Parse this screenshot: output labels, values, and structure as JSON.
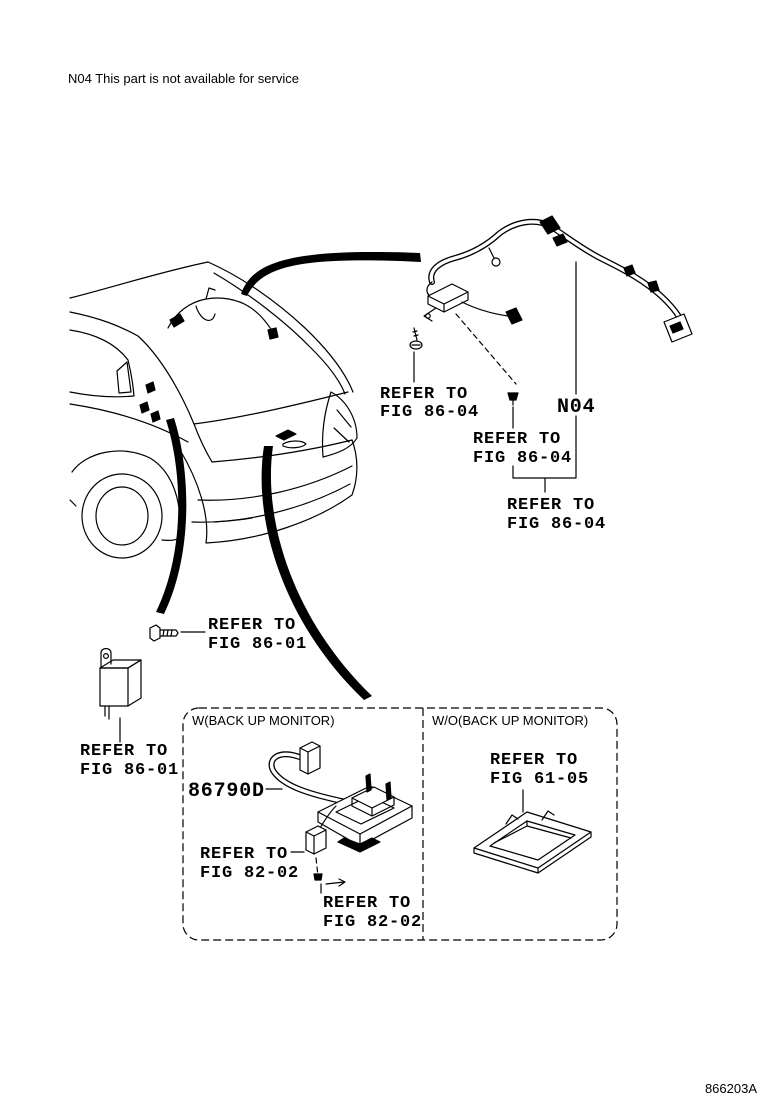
{
  "note": "N04 This part is not available for service",
  "diagram_code": "866203A",
  "part_labels": {
    "harness": "N04",
    "camera": "86790D"
  },
  "panels": [
    {
      "title": "W(BACK UP MONITOR)"
    },
    {
      "title": "W/O(BACK UP MONITOR)"
    }
  ],
  "references": [
    {
      "line1": "REFER TO",
      "line2": "FIG 86-04"
    },
    {
      "line1": "REFER TO",
      "line2": "FIG 86-04"
    },
    {
      "line1": "REFER TO",
      "line2": "FIG 86-04"
    },
    {
      "line1": "REFER TO",
      "line2": "FIG 86-01"
    },
    {
      "line1": "REFER TO",
      "line2": "FIG 86-01"
    },
    {
      "line1": "REFER TO",
      "line2": "FIG 61-05"
    },
    {
      "line1": "REFER TO",
      "line2": "FIG 82-02"
    },
    {
      "line1": "REFER TO",
      "line2": "FIG 82-02"
    }
  ],
  "colors": {
    "ink": "#000000",
    "paper": "#ffffff"
  }
}
